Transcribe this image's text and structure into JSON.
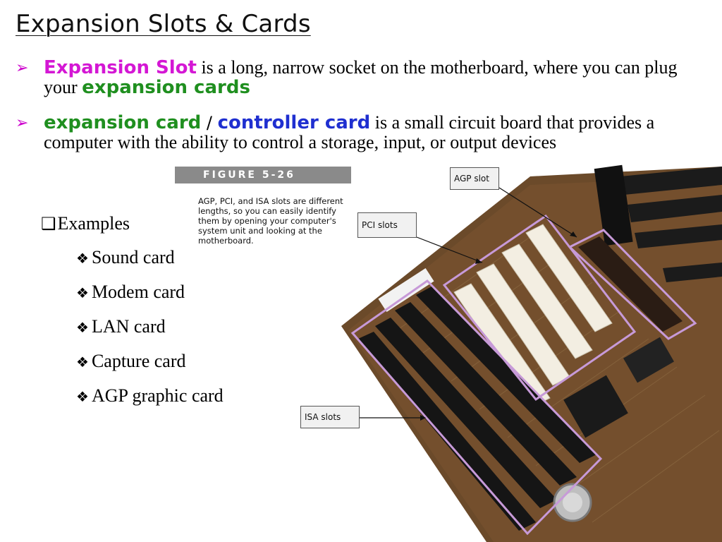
{
  "slide": {
    "title": "Expansion Slots & Cards",
    "bullets": [
      {
        "term": "Expansion Slot",
        "text_a": " is a long, narrow socket on the motherboard, where you can plug your ",
        "term2": "expansion cards"
      },
      {
        "term": "expansion card",
        "slash": " / ",
        "term2": "controller card",
        "text_a": " is a small circuit board that provides a computer with the ability to control a storage, input, or output devices"
      }
    ],
    "examples_label": "Examples",
    "examples": [
      "Sound card",
      "Modem card",
      "LAN card",
      "Capture card",
      "AGP graphic card"
    ]
  },
  "figure": {
    "heading": "FIGURE 5-26",
    "caption": "AGP, PCI, and ISA slots are different lengths, so you can easily identify them by opening your computer's system unit and looking at the motherboard.",
    "labels": {
      "agp": "AGP slot",
      "pci": "PCI slots",
      "isa": "ISA slots"
    }
  },
  "icons": {
    "bullet": "arrowhead-bullet-icon",
    "checkbox": "checkbox-bullet-icon",
    "diamond": "four-diamond-bullet-icon"
  },
  "colors": {
    "magenta": "#d417d4",
    "green": "#1f8f1f",
    "blue": "#1f2fd0",
    "board": "#6b4a2a",
    "outline": "#c79ad8"
  }
}
